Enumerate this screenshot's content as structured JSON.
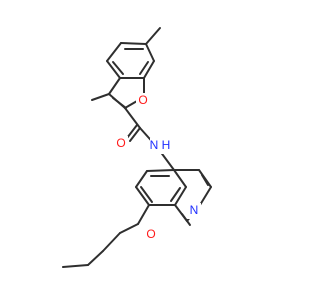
{
  "atoms": {
    "o_ring": "O",
    "o_carbonyl": "O",
    "n_amide": "N",
    "h_amide": "H",
    "n_quinoline": "N",
    "o_ether": "O"
  },
  "colors": {
    "bond": "#2f2f2f",
    "oxygen": "#ff1a1a",
    "nitrogen": "#1f2fff",
    "background": "#ffffff"
  }
}
